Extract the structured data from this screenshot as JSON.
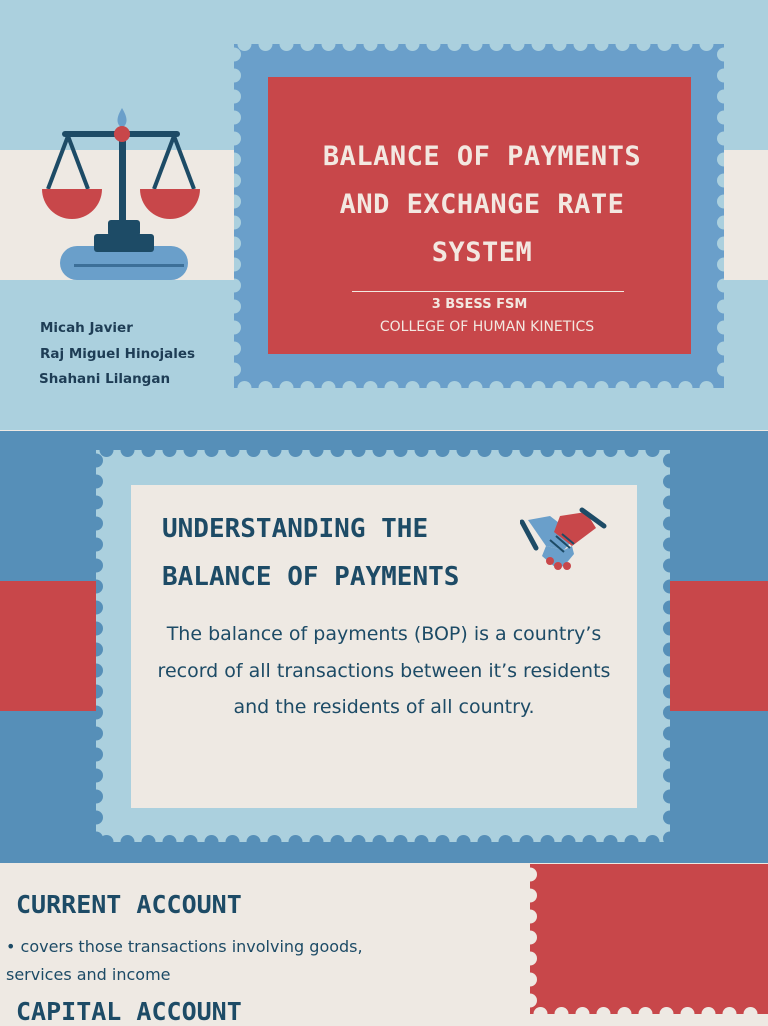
{
  "slide1": {
    "title": "BALANCE OF PAYMENTS AND EXCHANGE RATE SYSTEM",
    "course": "3 BSESS FSM",
    "college": "COLLEGE OF HUMAN KINETICS",
    "authors": [
      "Micah Javier",
      "Raj Miguel Hinojales",
      "Shahani Lilangan"
    ],
    "icon": "scales-of-justice-icon"
  },
  "slide2": {
    "heading_line1": "UNDERSTANDING THE",
    "heading_line2": "BALANCE OF PAYMENTS",
    "body": "The balance of payments (BOP) is a country’s record of all transactions between it’s residents and the residents of all country.",
    "icon": "handshake-icon"
  },
  "slide3": {
    "heading1": "CURRENT ACCOUNT",
    "bullet": "covers those transactions involving goods, services and income",
    "heading2": "CAPITAL ACCOUNT"
  },
  "colors": {
    "red": "#c8474a",
    "light_blue": "#abd0de",
    "mid_blue": "#568fb8",
    "navy": "#1d4b66",
    "cream": "#eee9e3"
  }
}
